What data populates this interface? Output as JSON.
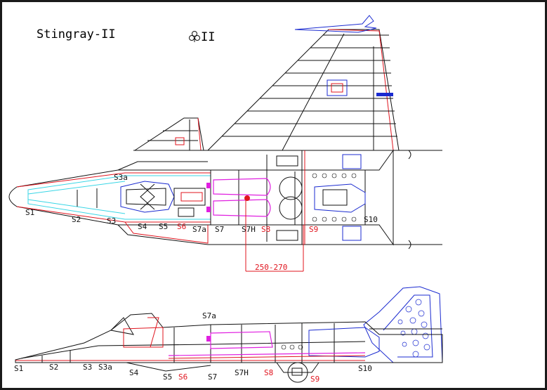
{
  "title": "Stingray-II",
  "logo_text": "II",
  "dimension_label": "250-270",
  "top_view": {
    "stations": [
      {
        "text": "S1",
        "color": "#111111"
      },
      {
        "text": "S2",
        "color": "#111111"
      },
      {
        "text": "S3",
        "color": "#111111"
      },
      {
        "text": "S3a",
        "color": "#111111"
      },
      {
        "text": "S4",
        "color": "#111111"
      },
      {
        "text": "S5",
        "color": "#111111"
      },
      {
        "text": "S6",
        "color": "#e0141e"
      },
      {
        "text": "S7a",
        "color": "#111111"
      },
      {
        "text": "S7",
        "color": "#111111"
      },
      {
        "text": "S7H",
        "color": "#111111"
      },
      {
        "text": "S8",
        "color": "#e0141e"
      },
      {
        "text": "S9",
        "color": "#e0141e"
      },
      {
        "text": "S10",
        "color": "#111111"
      }
    ]
  },
  "side_view": {
    "stations": [
      {
        "text": "S1",
        "color": "#111111"
      },
      {
        "text": "S2",
        "color": "#111111"
      },
      {
        "text": "S3",
        "color": "#111111"
      },
      {
        "text": "S3a",
        "color": "#111111"
      },
      {
        "text": "S4",
        "color": "#111111"
      },
      {
        "text": "S5",
        "color": "#111111"
      },
      {
        "text": "S6",
        "color": "#e0141e"
      },
      {
        "text": "S7",
        "color": "#111111"
      },
      {
        "text": "S7H",
        "color": "#111111"
      },
      {
        "text": "S8",
        "color": "#e0141e"
      },
      {
        "text": "S9",
        "color": "#e0141e"
      },
      {
        "text": "S10",
        "color": "#111111"
      },
      {
        "text": "S7a",
        "color": "#111111"
      }
    ]
  },
  "colors": {
    "outline": "#111111",
    "structure": "#e0141e",
    "engine": "#1b2bd0",
    "fuselage_inner": "#39d6e6",
    "fittings": "#e020e0"
  }
}
